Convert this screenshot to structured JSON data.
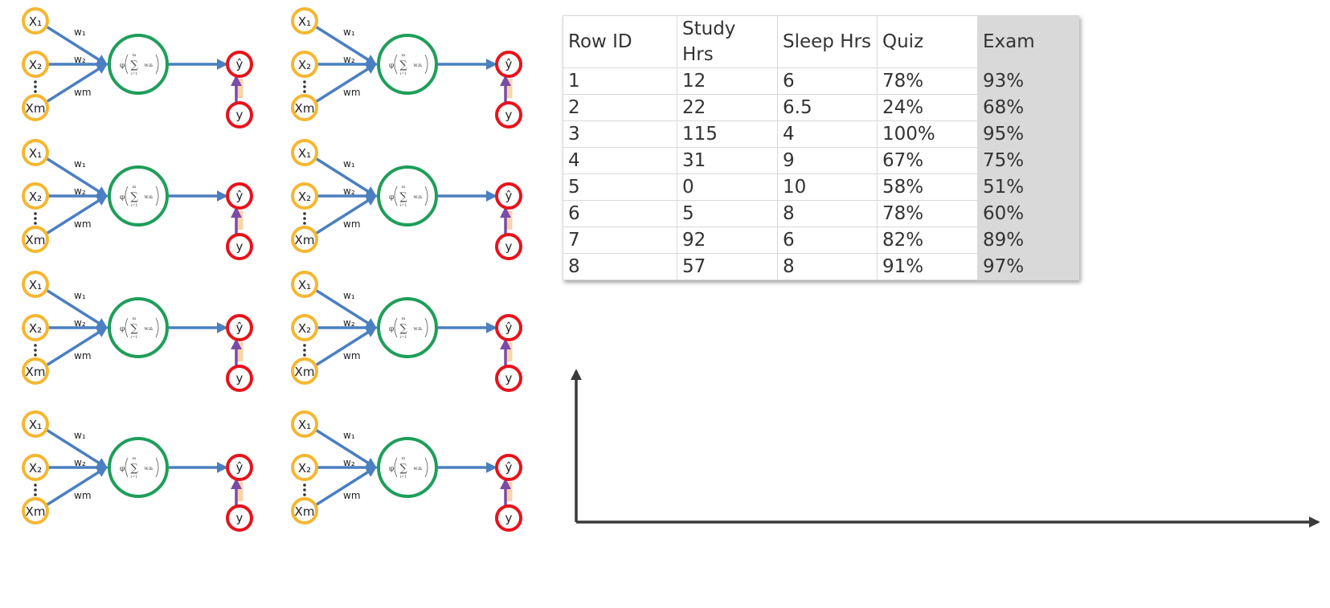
{
  "perceptron": {
    "x1": "X₁",
    "x2": "X₂",
    "xm": "Xm",
    "w1": "w₁",
    "w2": "w₂",
    "wm": "wm",
    "y_hat": "ŷ",
    "y": "y",
    "activation_phi": "φ",
    "sum_symbol": "∑",
    "sum_upper": "m",
    "sum_lower": "i=1",
    "sum_term": "wᵢxᵢ",
    "colors": {
      "input": "#F5B731",
      "neuron": "#1E9E5A",
      "output": "#E8121B",
      "arrow": "#4A7FC1",
      "feedback": "#7B4BA6",
      "feedback_glow": "#F4B266"
    }
  },
  "table": {
    "headers": [
      "Row ID",
      "Study Hrs",
      "Sleep Hrs",
      "Quiz",
      "Exam"
    ],
    "rows": [
      [
        "1",
        "12",
        "6",
        "78%",
        "93%"
      ],
      [
        "2",
        "22",
        "6.5",
        "24%",
        "68%"
      ],
      [
        "3",
        "115",
        "4",
        "100%",
        "95%"
      ],
      [
        "4",
        "31",
        "9",
        "67%",
        "75%"
      ],
      [
        "5",
        "0",
        "10",
        "58%",
        "51%"
      ],
      [
        "6",
        "5",
        "8",
        "78%",
        "60%"
      ],
      [
        "7",
        "92",
        "6",
        "82%",
        "89%"
      ],
      [
        "8",
        "57",
        "8",
        "91%",
        "97%"
      ]
    ]
  }
}
